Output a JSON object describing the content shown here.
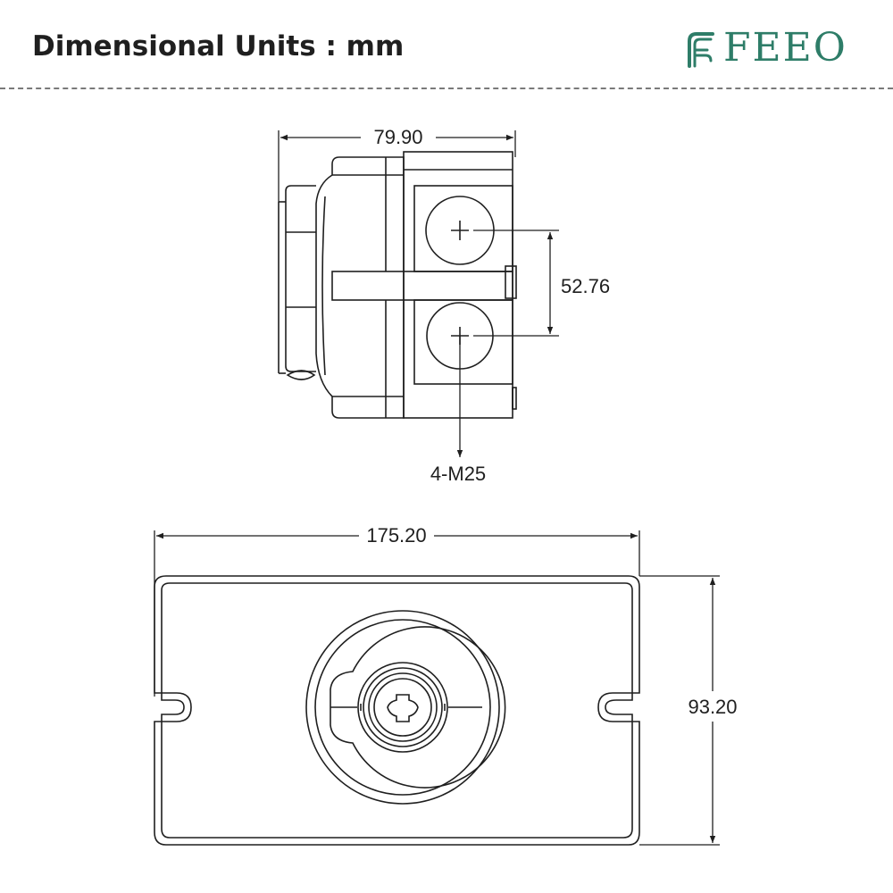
{
  "header": {
    "title": "Dimensional Units : mm",
    "brand_name": "FEEO",
    "brand_icon": "feeo-logo-icon",
    "brand_color": "#2e7d68"
  },
  "dimensions": {
    "side_width": "79.90",
    "hole_spacing": "52.76",
    "gland_spec": "4-M25",
    "front_width": "175.20",
    "front_height": "93.20"
  },
  "colors": {
    "line": "#1f1f1f",
    "divider": "#7a7a7a"
  }
}
